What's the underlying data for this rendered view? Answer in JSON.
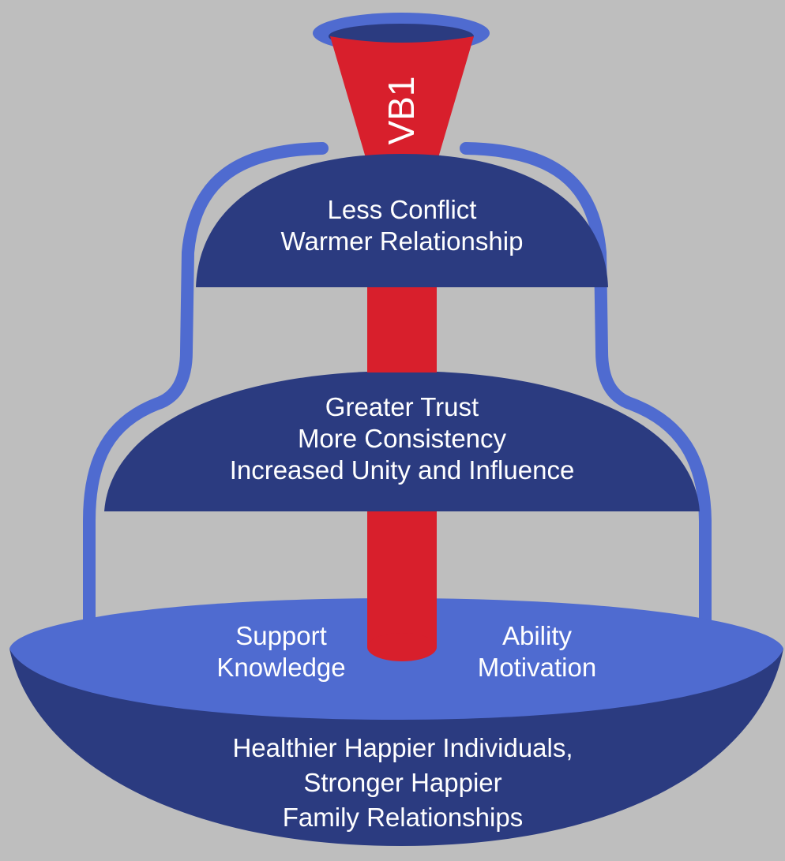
{
  "stem_label": "VB1",
  "tier_top": {
    "line1": "Less Conflict",
    "line2": "Warmer Relationship"
  },
  "tier_middle": {
    "line1": "Greater Trust",
    "line2": "More Consistency",
    "line3": "Increased Unity and Influence"
  },
  "bowl": {
    "left": {
      "line1": "Support",
      "line2": "Knowledge"
    },
    "right": {
      "line1": "Ability",
      "line2": "Motivation"
    },
    "bottom": {
      "line1": "Healthier Happier Individuals,",
      "line2": "Stronger Happier",
      "line3": "Family Relationships"
    }
  },
  "colors": {
    "background": "#bebebe",
    "light_blue": "#4f6bd0",
    "dark_blue": "#2b3b80",
    "red": "#d81f2c"
  }
}
